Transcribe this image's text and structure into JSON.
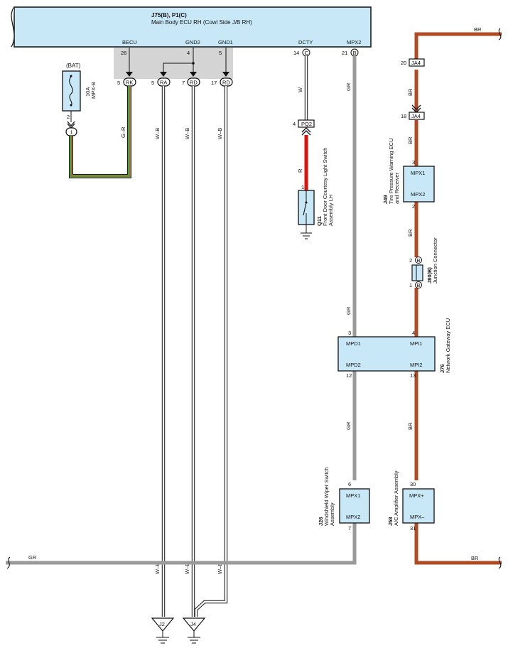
{
  "main_ecu": {
    "code": "J75(B), P1(C)",
    "name": "Main Body ECU RH (Cowl Side J/B RH)",
    "terminals": {
      "becu": "BECU",
      "gnd2": "GND2",
      "gnd1": "GND1",
      "dcty": "DCTY",
      "mpx2": "MPX2"
    },
    "pins": {
      "becu": "26",
      "gnd2": "4",
      "gnd1": "5",
      "dcty": "14",
      "mpx2": "21"
    },
    "conn_c": "C",
    "conn_b": "B"
  },
  "bat": {
    "label": "(BAT)",
    "fuse_rating": "10A",
    "fuse_name": "MPX-B",
    "pin": "2",
    "conn": "1"
  },
  "lower_connectors": [
    {
      "pin": "5",
      "code": "RK"
    },
    {
      "pin": "5",
      "code": "RA"
    },
    {
      "pin": "7",
      "code": "RD"
    },
    {
      "pin": "17",
      "code": "RD"
    }
  ],
  "wire_colors": {
    "gr": "G–R",
    "wb": "W–B",
    "w": "W",
    "r": "R",
    "gr_gray": "GR",
    "br": "BR"
  },
  "courtesy_switch": {
    "code": "Q11",
    "name_line1": "Front Door Courtesy Light Switch",
    "name_line2": "Assembly LH",
    "conn": "PQ2",
    "pin_top": "4",
    "pin_sw": "1"
  },
  "ja4": {
    "code": "JA4",
    "pin_top": "20",
    "pin_bot": "18"
  },
  "tpms": {
    "code": "J49",
    "name_line1": "Tire Pressure Warning ECU",
    "name_line2": "and Receiver",
    "t1": "MPX1",
    "t2": "MPX2",
    "pin1": "3",
    "pin2": "2"
  },
  "junction": {
    "code": "J80(B)",
    "name": "Junction Connector",
    "pin1": "2",
    "pin2": "1",
    "conn": "B"
  },
  "gateway": {
    "code": "J76",
    "name": "Network Gateway ECU",
    "mpd1": "MPD1",
    "mpd2": "MPD2",
    "mpi1": "MPI1",
    "mpi2": "MPI2",
    "pin_mpd1": "3",
    "pin_mpd2": "12",
    "pin_mpi1": "4",
    "pin_mpi2": "13"
  },
  "wiper": {
    "code": "J26",
    "name_line1": "Windshield Wiper Switch",
    "name_line2": "Assembly",
    "t1": "MPX1",
    "t2": "MPX2",
    "pin1": "6",
    "pin2": "7"
  },
  "amp": {
    "code": "J58",
    "name": "A/C Amplifier Assembly",
    "t1": "MPX+",
    "t2": "MPX–",
    "pin1": "30",
    "pin2": "31"
  },
  "grounds": {
    "g1": "J2",
    "g2": "J4"
  },
  "colors": {
    "ecu_fill": "#c8e8f8",
    "br_wire": "#b04a22",
    "gr_wire": "#9a9a9a",
    "r_wire": "#e01010",
    "shade": "#d4d4d4"
  }
}
